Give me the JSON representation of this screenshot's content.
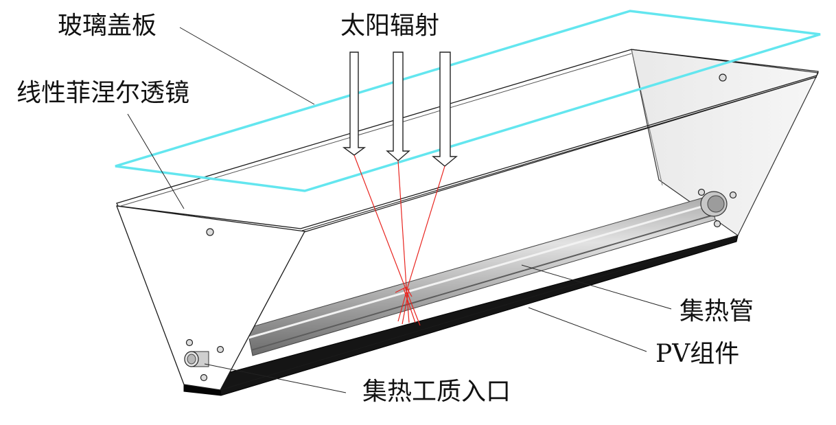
{
  "labels": {
    "glass_cover": "玻璃盖板",
    "fresnel_lens": "线性菲涅尔透镜",
    "solar_radiation": "太阳辐射",
    "collector_tube": "集热管",
    "pv_module": "PV组件",
    "working_fluid_inlet": "集热工质入口"
  },
  "colors": {
    "glass_cover": "#63e6ef",
    "rays": "#e8241f",
    "pv_module": "#151515",
    "outline": "#1a1a1a",
    "tube_dark": "#6f6f6f",
    "tube_light": "#d9d9d9"
  }
}
